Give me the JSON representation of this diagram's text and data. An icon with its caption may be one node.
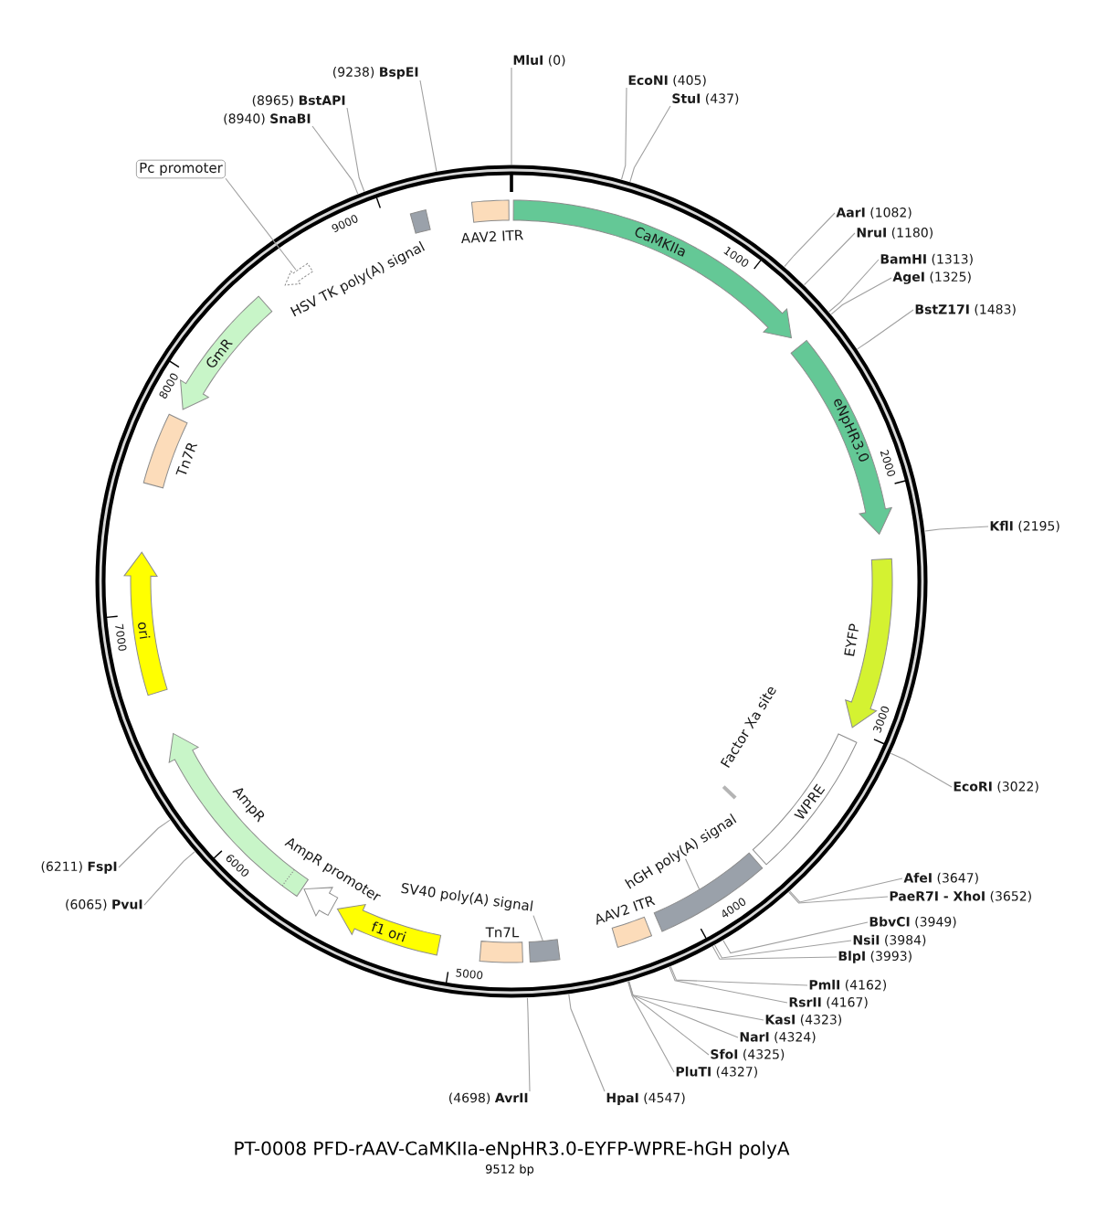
{
  "diagram": {
    "title": "PT-0008 PFD-rAAV-CaMKIIa-eNpHR3.0-EYFP-WPRE-hGH polyA",
    "caption": "9512 bp",
    "nodes": [
      {
        "text": [
          "AAV2 ITR"
        ]
      },
      {
        "text": [
          "CaMKIIa"
        ]
      },
      {
        "text": [
          "eNpHR3.0"
        ]
      },
      {
        "text": [
          "EYFP"
        ]
      },
      {
        "text": [
          "WPRE"
        ]
      },
      {
        "text": [
          "Factor Xa site"
        ]
      },
      {
        "text": [],
        "shape": "box"
      },
      {
        "text": [
          "hGH poly(A) signal"
        ]
      },
      {
        "text": [
          "AAV2 ITR"
        ]
      },
      {
        "text": [],
        "shape": "box"
      },
      {
        "text": [
          "SV40 poly(A) signal"
        ]
      },
      {
        "text": [
          "Tn7L"
        ]
      },
      {
        "text": [
          "f1 ori"
        ]
      },
      {
        "text": [
          "AmpR promoter"
        ]
      },
      {
        "text": [
          "AmpR"
        ]
      },
      {
        "text": [
          "ori"
        ]
      },
      {
        "text": [
          "Tn7R"
        ]
      },
      {
        "text": [
          "GmR"
        ]
      },
      {
        "text": [],
        "shape": "arrow"
      },
      {
        "text": [
          "Pc promoter"
        ]
      },
      {
        "text": [
          "HSV TK poly(A) signal"
        ]
      },
      {
        "text": [
          "**MluI** (0)"
        ]
      },
      {
        "text": [
          "**EcoNI** (405)"
        ]
      },
      {
        "text": [
          "**StuI** (437)"
        ]
      },
      {
        "text": [
          "**AarI** (1082)"
        ]
      },
      {
        "text": [
          "**NruI** (1180)"
        ]
      },
      {
        "text": [
          "**BamHI** (1313)"
        ]
      },
      {
        "text": [
          "**AgeI** (1325)"
        ]
      },
      {
        "text": [
          "**BstZ17I** (1483)"
        ]
      },
      {
        "text": [
          "**KflI** (2195)"
        ]
      },
      {
        "text": [
          "**EcoRI** (3022)"
        ]
      },
      {
        "text": [
          "**AfeI** (3647)"
        ]
      },
      {
        "text": [
          "**PaeR7I - XhoI** (3652)"
        ]
      },
      {
        "text": [
          "**BbvCI** (3949)"
        ]
      },
      {
        "text": [
          "**NsiI** (3984)"
        ]
      },
      {
        "text": [
          "**BlpI** (3993)"
        ]
      },
      {
        "text": [
          "**PmlI** (4162)"
        ]
      },
      {
        "text": [
          "**RsrII** (4167)"
        ]
      },
      {
        "text": [
          "**KasI** (4323)"
        ]
      },
      {
        "text": [
          "**NarI** (4324)"
        ]
      },
      {
        "text": [
          "**SfoI** (4325)"
        ]
      },
      {
        "text": [
          "**PluTI** (4327)"
        ]
      },
      {
        "text": [
          "**HpaI** (4547)"
        ]
      },
      {
        "text": [
          "(4698) **AvrII**"
        ]
      },
      {
        "text": [
          "(6065) **PvuI**"
        ]
      },
      {
        "text": [
          "(6211) **FspI**"
        ]
      },
      {
        "text": [
          "(8940) **SnaBI**"
        ]
      },
      {
        "text": [
          "(8965) **BstAPI**"
        ]
      },
      {
        "text": [
          "(9238) **BspEI**"
        ]
      }
    ],
    "edges": [
      {
        "from": 7,
        "to": 6,
        "arrow": "none"
      },
      {
        "from": 10,
        "to": 9,
        "arrow": "none"
      },
      {
        "from": 19,
        "to": 18,
        "arrow": "none"
      },
      {
        "from": 21,
        "to": null,
        "arrow": "none"
      },
      {
        "from": 22,
        "to": null,
        "arrow": "none"
      },
      {
        "from": 23,
        "to": null,
        "arrow": "none"
      },
      {
        "from": 24,
        "to": null,
        "arrow": "none"
      },
      {
        "from": 25,
        "to": null,
        "arrow": "none"
      },
      {
        "from": 26,
        "to": null,
        "arrow": "none"
      },
      {
        "from": 27,
        "to": null,
        "arrow": "none"
      },
      {
        "from": 28,
        "to": null,
        "arrow": "none"
      },
      {
        "from": 29,
        "to": null,
        "arrow": "none"
      },
      {
        "from": 30,
        "to": null,
        "arrow": "none"
      },
      {
        "from": 31,
        "to": null,
        "arrow": "none"
      },
      {
        "from": 32,
        "to": null,
        "arrow": "none"
      },
      {
        "from": 33,
        "to": null,
        "arrow": "none"
      },
      {
        "from": 34,
        "to": null,
        "arrow": "none"
      },
      {
        "from": 35,
        "to": null,
        "arrow": "none"
      },
      {
        "from": 36,
        "to": null,
        "arrow": "none"
      },
      {
        "from": 37,
        "to": null,
        "arrow": "none"
      },
      {
        "from": 38,
        "to": null,
        "arrow": "none"
      },
      {
        "from": 39,
        "to": null,
        "arrow": "none"
      },
      {
        "from": 40,
        "to": null,
        "arrow": "none"
      },
      {
        "from": 41,
        "to": null,
        "arrow": "none"
      },
      {
        "from": 42,
        "to": null,
        "arrow": "none"
      },
      {
        "from": 43,
        "to": null,
        "arrow": "none"
      },
      {
        "from": 44,
        "to": null,
        "arrow": "none"
      },
      {
        "from": 45,
        "to": null,
        "arrow": "none"
      },
      {
        "from": 46,
        "to": null,
        "arrow": "none"
      },
      {
        "from": 47,
        "to": null,
        "arrow": "none"
      },
      {
        "from": 48,
        "to": null,
        "arrow": "none"
      }
    ],
    "labels": [
      "1000",
      "2000",
      "3000",
      "4000",
      "5000",
      "6000",
      "7000",
      "8000",
      "9000"
    ]
  }
}
